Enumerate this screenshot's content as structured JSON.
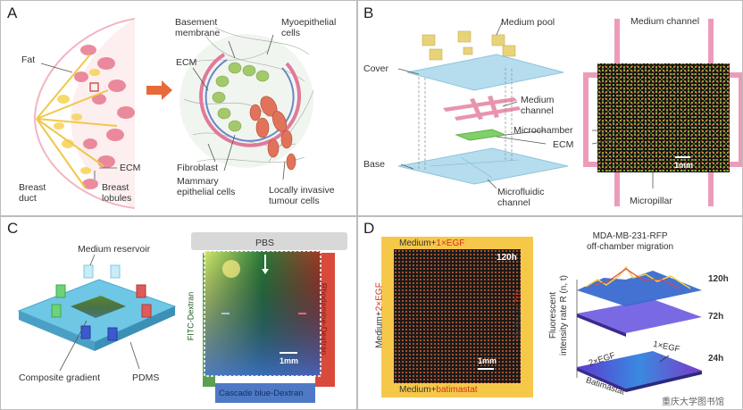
{
  "panels": {
    "A": {
      "label": "A",
      "fat": "Fat",
      "breast_duct": "Breast\nduct",
      "ecm_left": "ECM",
      "breast_lobules": "Breast\nlobules",
      "basement_membrane": "Basement\nmembrane",
      "myoepithelial": "Myoepithelial\ncells",
      "ecm_right": "ECM",
      "fibroblast": "Fibroblast",
      "mammary_epithelial": "Mammary\nepithelial cells",
      "invasive": "Locally invasive\ntumour cells"
    },
    "B": {
      "label": "B",
      "medium_pool": "Medium pool",
      "cover": "Cover",
      "medium_channel_mid": "Medium\nchannel",
      "microchamber": "Microchamber",
      "ecm": "ECM",
      "base": "Base",
      "microfluidic": "Microfluidic\nchannel",
      "medium_channel_top": "Medium channel",
      "micropillar": "Micropillar",
      "scale": "1mm"
    },
    "C": {
      "label": "C",
      "medium_reservoir": "Medium reservoir",
      "composite": "Composite gradient",
      "pdms": "PDMS",
      "pbs": "PBS",
      "fitc": "FITC-Dextran",
      "rhodamine": "Rhodamine-Dextran",
      "cascade": "Cascade blue-Dextran",
      "scale": "1mm"
    },
    "D": {
      "label": "D",
      "top": "Medium+1×EGF",
      "top_plain": "Medium+",
      "top_colored": "1×EGF",
      "left_plain": "Medium+",
      "left_colored": "2×EGF",
      "right_plain": "Medium+",
      "right_colored": "7rh",
      "bottom_plain": "Medium+",
      "bottom_colored": "batimastat",
      "time": "120h",
      "scale": "1mm",
      "plot_title": "MDA-MB-231-RFP\noff-chamber migration",
      "ylabel": "Fluorescent\nintensity rate R (n, t)",
      "t120": "120h",
      "t72": "72h",
      "t24": "24h",
      "egf2": "2×EGF",
      "egf1": "1×EGF",
      "batimastat": "Batimastat"
    }
  },
  "watermark": "重庆大学图书馆",
  "colors": {
    "accent_red": "#e04a2a",
    "chip_blue": "#8fd0e8",
    "pink": "#e97fa6",
    "yellow_strip": "#f4c443"
  }
}
